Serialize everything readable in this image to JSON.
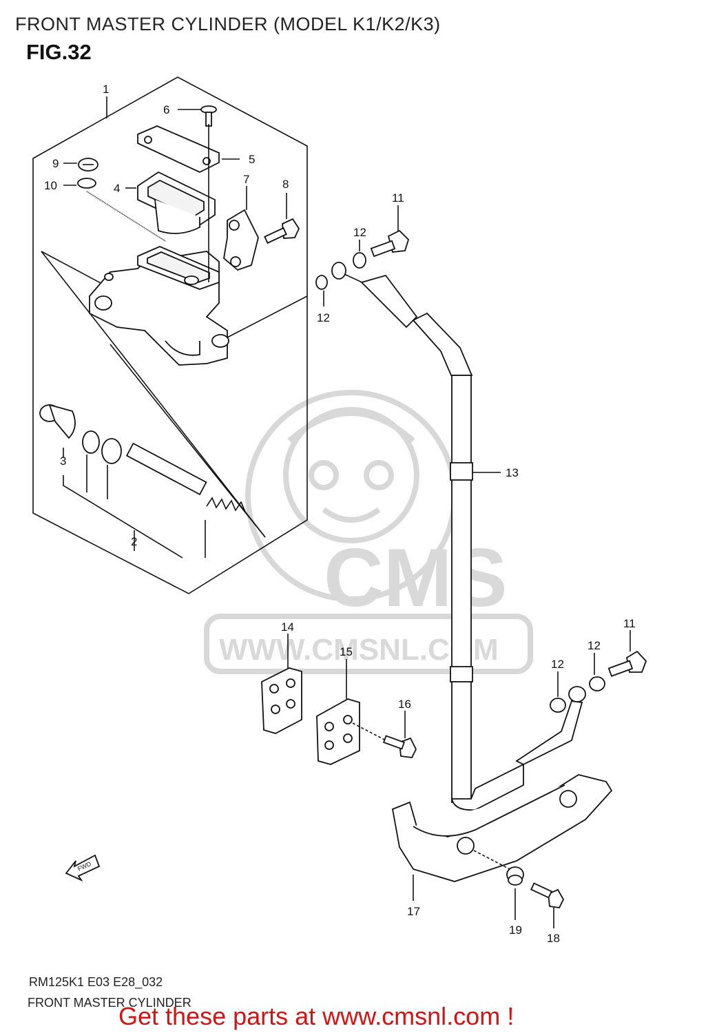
{
  "header": {
    "title": "FRONT MASTER CYLINDER (MODEL K1/K2/K3)",
    "figure": "FIG.32"
  },
  "watermark": {
    "brand": "CMS",
    "url": "WWW.CMSNL.COM"
  },
  "direction_marker": "FWD",
  "callouts": [
    "1",
    "2",
    "3",
    "4",
    "5",
    "6",
    "7",
    "8",
    "9",
    "10",
    "11",
    "11",
    "12",
    "12",
    "12",
    "12",
    "13",
    "14",
    "15",
    "16",
    "17",
    "18",
    "19"
  ],
  "footer": {
    "code": "RM125K1 E03 E28_032",
    "name": "FRONT MASTER CYLINDER",
    "cta": "Get these parts at www.cmsnl.com !"
  },
  "colors": {
    "cta": "#d21414",
    "watermark": "#d9d9d9"
  }
}
